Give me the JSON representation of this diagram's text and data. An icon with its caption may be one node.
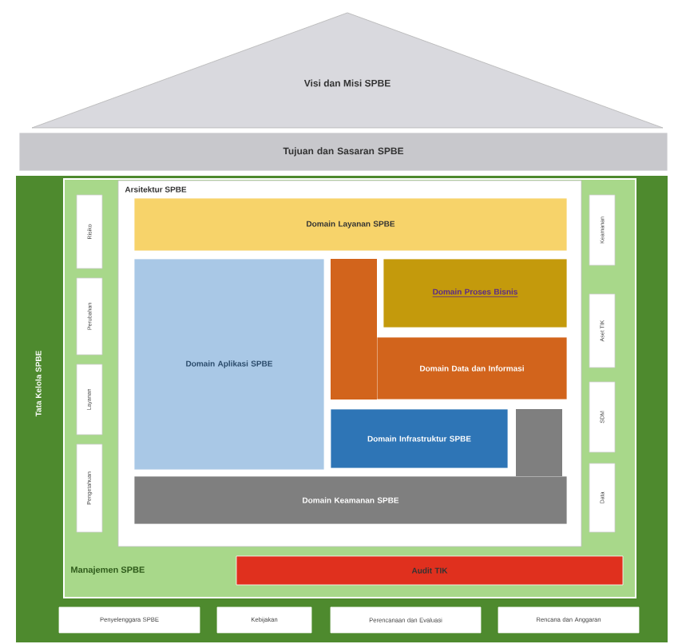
{
  "diagram": {
    "nodes": [
      {
        "text": [
          "Visi dan Misi SPBE"
        ]
      },
      {
        "text": [
          "Tujuan dan Sasaran SPBE"
        ]
      },
      {
        "text": [
          "Tata Kelola SPBE"
        ]
      },
      {
        "text": [
          "Manajemen SPBE"
        ],
        "in": 2
      },
      {
        "text": [
          "Risiko"
        ],
        "in": 3
      },
      {
        "text": [
          "Perubahan"
        ],
        "in": 3
      },
      {
        "text": [
          "Layanan"
        ],
        "in": 3
      },
      {
        "text": [
          "Pengetahuan"
        ],
        "in": 3
      },
      {
        "text": [
          "Arsitektur SPBE"
        ],
        "in": 3
      },
      {
        "text": [
          "Domain Layanan SPBE"
        ],
        "in": 8
      },
      {
        "text": [
          "Domain Aplikasi SPBE"
        ],
        "in": 8
      },
      {
        "text": [
          "Domain Proses Bisnis"
        ],
        "in": 8
      },
      {
        "text": [
          "Domain Data dan Informasi"
        ],
        "in": 8
      },
      {
        "text": [
          "Domain Infrastruktur SPBE"
        ],
        "in": 8
      },
      {
        "text": [
          "Domain Keamanan SPBE"
        ],
        "in": 8
      },
      {
        "text": [
          "Keamanan"
        ],
        "in": 3
      },
      {
        "text": [
          "Aset TIK"
        ],
        "in": 3
      },
      {
        "text": [
          "SDM"
        ],
        "in": 3
      },
      {
        "text": [
          "Data"
        ],
        "in": 3
      },
      {
        "text": [
          "Audit TIK"
        ],
        "in": 3
      },
      {
        "text": [
          "Penyelenggara SPBE"
        ],
        "in": 2
      },
      {
        "text": [
          "Kebijakan"
        ],
        "in": 2
      },
      {
        "text": [
          "Perencanaan dan Evaluasi"
        ],
        "in": 2
      },
      {
        "text": [
          "Rencana dan Anggaran"
        ],
        "in": 2
      },
      {
        "text": [],
        "shape": "bar",
        "in": 8
      },
      {
        "text": [],
        "shape": "bar",
        "in": 8
      }
    ]
  }
}
